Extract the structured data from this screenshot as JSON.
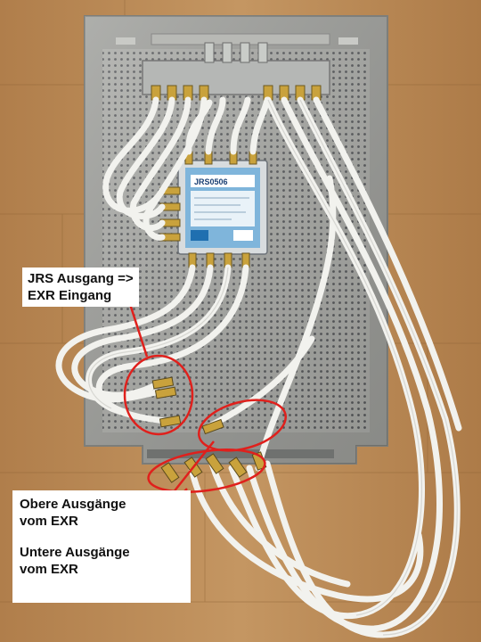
{
  "annotations": {
    "jrs_output": {
      "line1": "JRS Ausgang =>",
      "line2": "EXR Eingang"
    },
    "upper_outputs": {
      "line1": "Obere Ausgänge",
      "line2": "vom EXR"
    },
    "lower_outputs": {
      "line1": "Untere Ausgänge",
      "line2": "vom EXR"
    }
  },
  "device": {
    "model_label": "JRS0506"
  },
  "colors": {
    "annotation_red": "#e0201c",
    "cable_white": "#f2f2ee",
    "plate_metal": "#a9aaa6",
    "floor_wood": "#b98a55",
    "device_blue": "#7fb5db"
  }
}
